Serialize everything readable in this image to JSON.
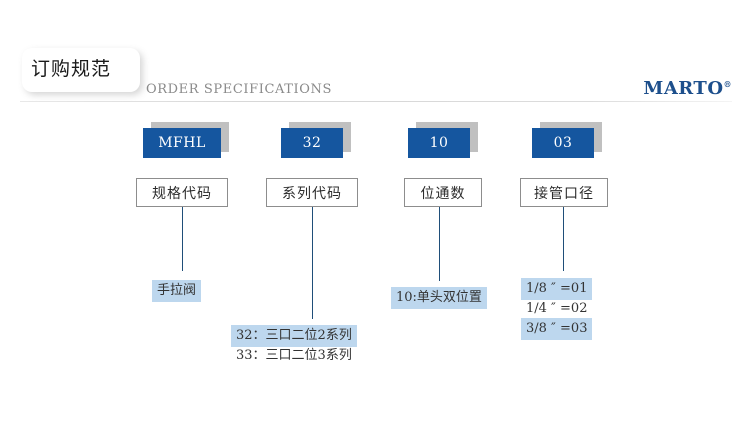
{
  "header": {
    "title_cn": "订购规范",
    "title_en": "ORDER SPECIFICATIONS",
    "brand": "MARTO",
    "brand_mark": "®"
  },
  "columns": [
    {
      "code": "MFHL",
      "label": "规格代码",
      "values": [
        {
          "text": "手拉阀",
          "highlight": true
        }
      ]
    },
    {
      "code": "32",
      "label": "系列代码",
      "values": [
        {
          "text": "32：三口二位2系列",
          "highlight": true
        },
        {
          "text": "33：三口二位3系列",
          "highlight": false
        }
      ]
    },
    {
      "code": "10",
      "label": "位通数",
      "values": [
        {
          "text": "10:单头双位置",
          "highlight": true
        }
      ]
    },
    {
      "code": "03",
      "label": "接管口径",
      "values": [
        {
          "text": "1/8 ″ =01",
          "highlight": true
        },
        {
          "text": "1/4 ″ =02",
          "highlight": false
        },
        {
          "text": "3/8 ″ =03",
          "highlight": true
        }
      ]
    }
  ],
  "colors": {
    "chip_blue": "#15569f",
    "chip_shadow": "#c0c0c0",
    "highlight": "#bdd7ee",
    "connector": "#1f4e79",
    "brand_blue": "#1d4f8c"
  }
}
